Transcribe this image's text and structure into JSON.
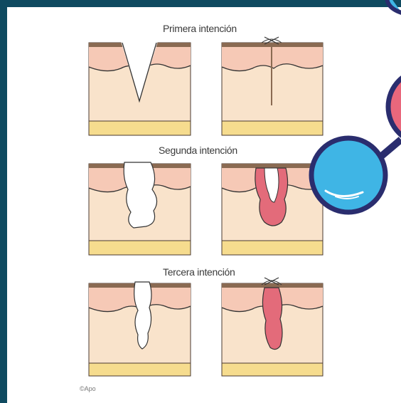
{
  "sections": [
    {
      "title": "Primera intención"
    },
    {
      "title": "Segunda intención"
    },
    {
      "title": "Tercera intención"
    }
  ],
  "credit": "©Apo",
  "colors": {
    "background": "#0f4a60",
    "epidermis_top": "#8a6a52",
    "dermis": "#f6c9b6",
    "subcutis": "#f9e3cb",
    "fat_layer": "#f6dc8e",
    "granulation": "#e36b7a",
    "molecule_blue": "#3fb5e5",
    "molecule_pink": "#e9677c",
    "molecule_outline": "#2a2d6e"
  },
  "icons": [
    "suture-icon",
    "molecule-decoration"
  ]
}
